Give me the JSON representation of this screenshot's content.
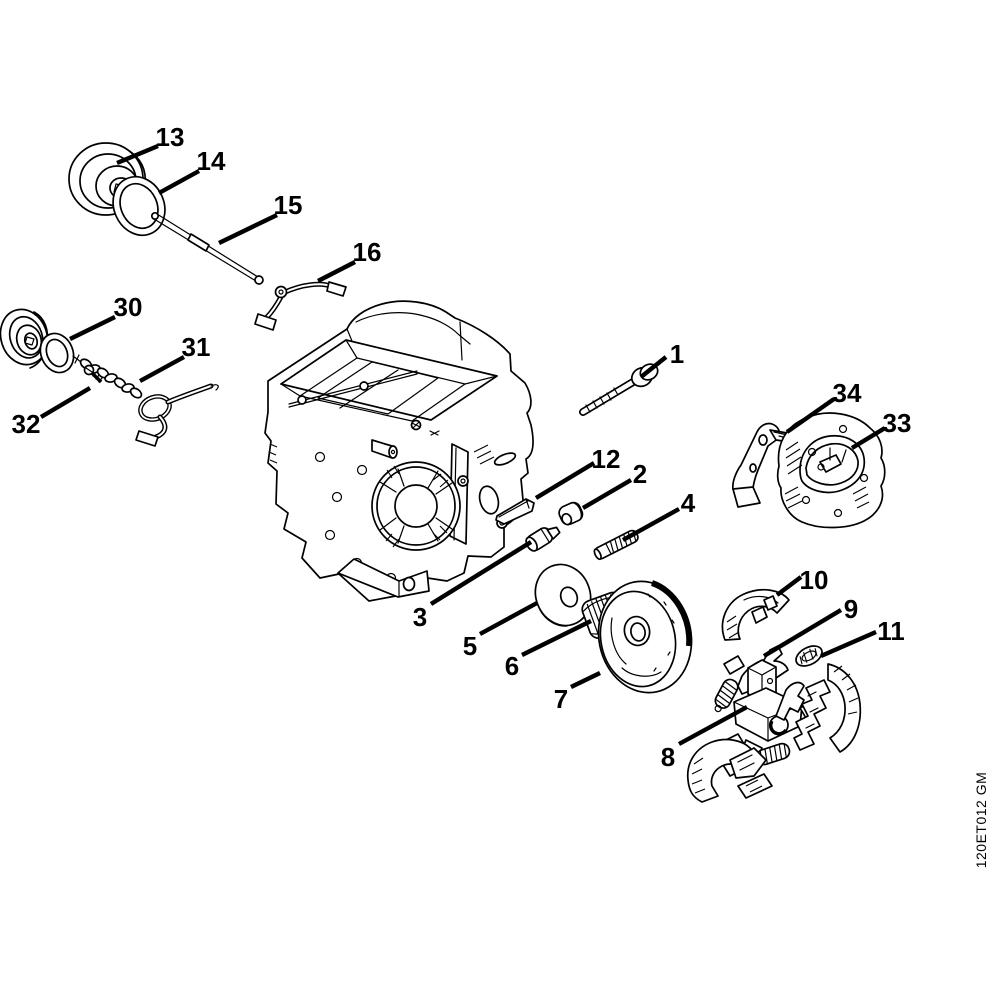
{
  "figure": {
    "watermark": "120ET012 GM",
    "ink_color": "#000000",
    "background_color": "#ffffff"
  },
  "callouts": [
    {
      "label": "1"
    },
    {
      "label": "2"
    },
    {
      "label": "3"
    },
    {
      "label": "4"
    },
    {
      "label": "5"
    },
    {
      "label": "6"
    },
    {
      "label": "7"
    },
    {
      "label": "8"
    },
    {
      "label": "9"
    },
    {
      "label": "10"
    },
    {
      "label": "11"
    },
    {
      "label": "12"
    },
    {
      "label": "13"
    },
    {
      "label": "14"
    },
    {
      "label": "15"
    },
    {
      "label": "16"
    },
    {
      "label": "30"
    },
    {
      "label": "31"
    },
    {
      "label": "32"
    },
    {
      "label": "33"
    },
    {
      "label": "34"
    }
  ]
}
